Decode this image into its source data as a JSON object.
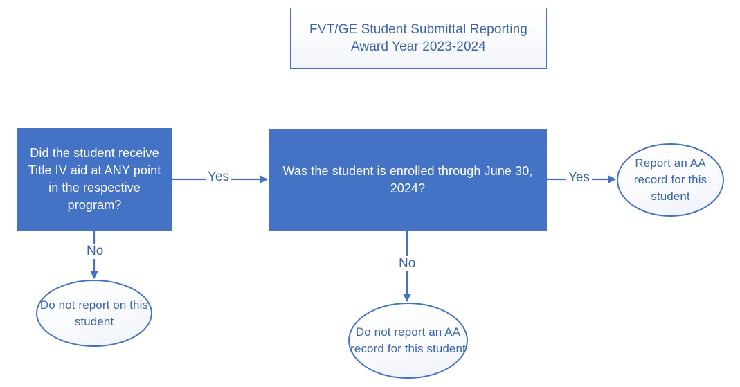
{
  "title": {
    "line1": "FVT/GE Student Submittal Reporting",
    "line2": "Award Year 2023-2024"
  },
  "nodes": {
    "title_iv": {
      "label": "Did the student receive Title IV aid at ANY point in the respective program?",
      "type": "decision"
    },
    "enrolled": {
      "label": "Was the student is enrolled through June 30, 2024?",
      "type": "decision"
    },
    "no_report_student": {
      "label": "Do not report on this student",
      "type": "terminator"
    },
    "report_aa": {
      "label": "Report an AA record for this student",
      "type": "terminator"
    },
    "no_aa_record": {
      "label": "Do not report an AA record for this student",
      "type": "terminator"
    }
  },
  "edges": {
    "yes_1": "Yes",
    "yes_2": "Yes",
    "no_1": "No",
    "no_2": "No"
  },
  "colors": {
    "box_fill": "#4472c4",
    "box_text": "#ffffff",
    "accent_line": "#4472c4",
    "label_text": "#3c63ae",
    "ellipse_fill": "#f7f9fd",
    "page_bg": "#ffffff"
  }
}
